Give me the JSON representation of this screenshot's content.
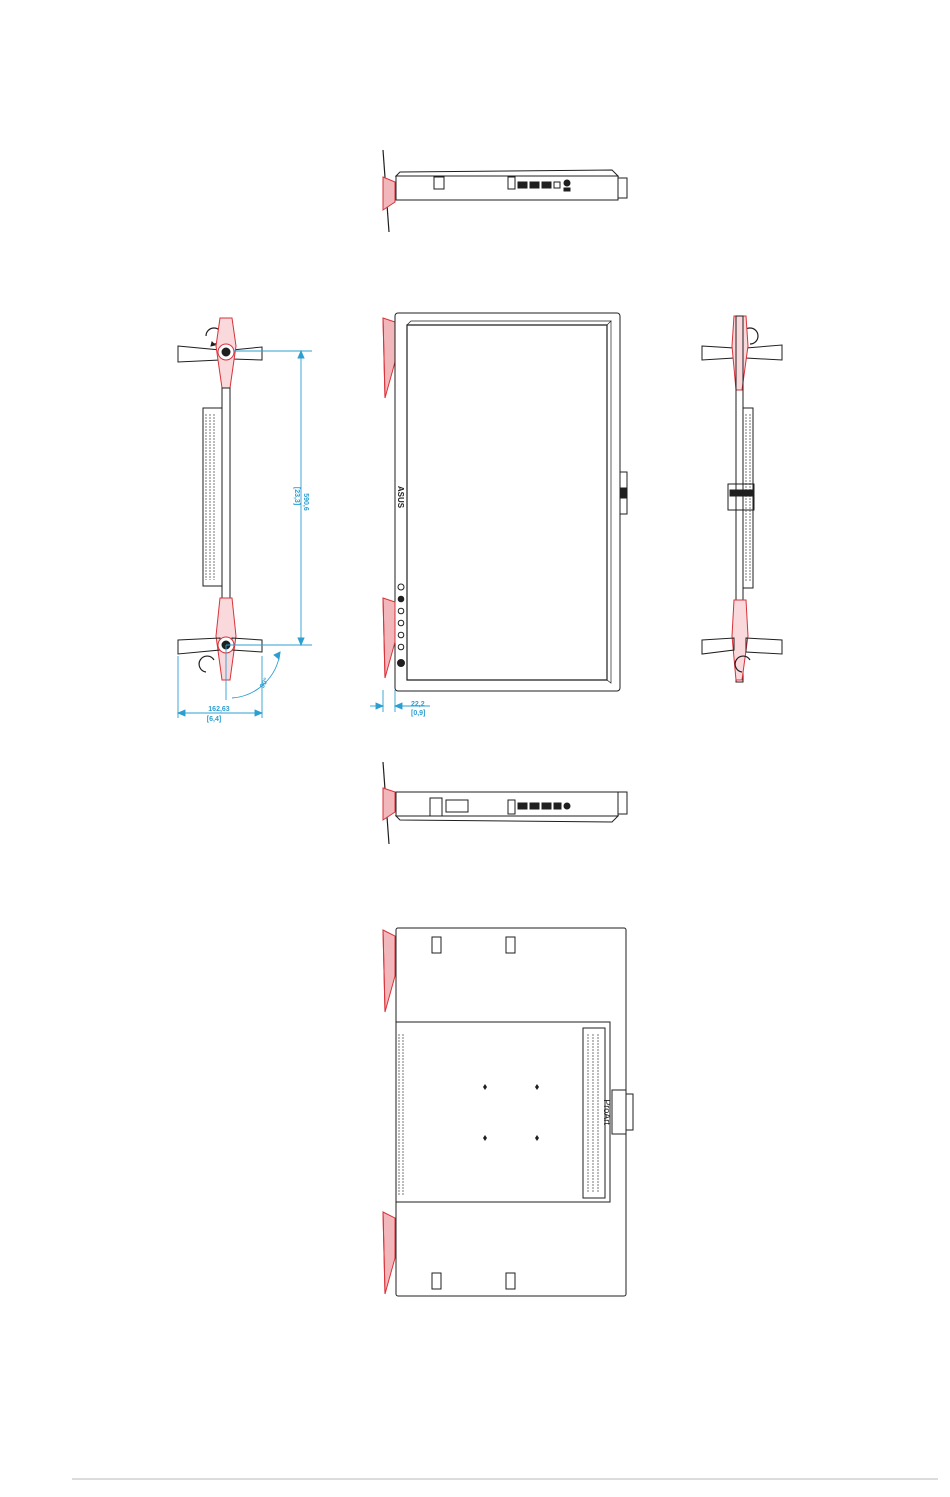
{
  "colors": {
    "line": "#1f1f1f",
    "accent_red": "#d8323a",
    "dimension": "#2c9fd0",
    "footer_rule": "#dcdcdc"
  },
  "dimensions": {
    "height_mm": "590,6",
    "height_in": "[23,3]",
    "depth_mm": "162,63",
    "depth_in": "[6,4]",
    "tilt_angle": "90°",
    "bezel_mm": "22,2",
    "bezel_in": "[0,9]"
  },
  "labels": {
    "front_logo": "ASUS",
    "back_logo": "ProArt"
  },
  "icons": {
    "rotate": "rotate-arrow-icon",
    "button": "control-button-icon",
    "vesa": "vesa-mount-hole-icon"
  }
}
